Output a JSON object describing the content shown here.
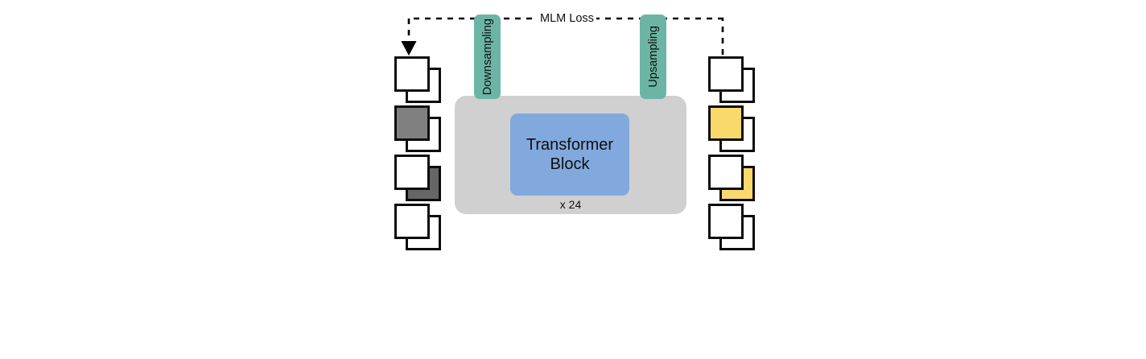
{
  "figure": {
    "type": "architecture-diagram",
    "background": "#ffffff"
  },
  "loss_connector": {
    "label": "MLM Loss",
    "style": "dashed",
    "color": "#000000",
    "direction": "right-to-left",
    "arrow_target": "input-token-row-1"
  },
  "model": {
    "container_color": "#d0d0d0",
    "repeat_label": "x 24",
    "downsampling": {
      "label": "Downsampling",
      "color": "#6cb5a5"
    },
    "transformer": {
      "label_line1": "Transformer",
      "label_line2": "Block",
      "color": "#81a9dd"
    },
    "upsampling": {
      "label": "Upsampling",
      "color": "#6cb5a5"
    }
  },
  "colors": {
    "white": "#ffffff",
    "masked_gray": "#808080",
    "shadow_gray": "#666666",
    "predicted_yellow": "#fad96b",
    "outline": "#0d0d0d"
  },
  "input_column": {
    "name": "input-tokens",
    "rows": [
      {
        "front_fill": "#ffffff",
        "back_fill": "#ffffff"
      },
      {
        "front_fill": "#808080",
        "back_fill": "#ffffff"
      },
      {
        "front_fill": "#ffffff",
        "back_fill": "#666666"
      },
      {
        "front_fill": "#ffffff",
        "back_fill": "#ffffff"
      }
    ]
  },
  "output_column": {
    "name": "output-tokens",
    "rows": [
      {
        "front_fill": "#ffffff",
        "back_fill": "#ffffff"
      },
      {
        "front_fill": "#fad96b",
        "back_fill": "#ffffff"
      },
      {
        "front_fill": "#ffffff",
        "back_fill": "#fad96b"
      },
      {
        "front_fill": "#ffffff",
        "back_fill": "#ffffff"
      }
    ]
  }
}
